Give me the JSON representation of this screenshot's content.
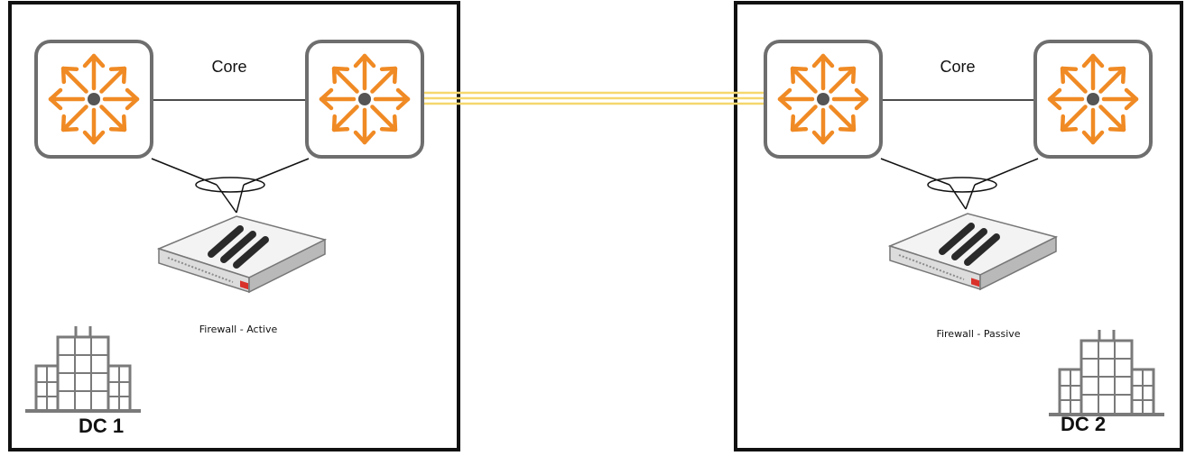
{
  "dc1": {
    "name": "DC 1",
    "core_label": "Core",
    "firewall_label": "Firewall - Active"
  },
  "dc2": {
    "name": "DC 2",
    "core_label": "Core",
    "firewall_label": "Firewall - Passive"
  },
  "colors": {
    "switch_icon": "#f08a24",
    "interlink": "#f5d76e",
    "firewall_badge": "#d9322b",
    "border": "#111111"
  },
  "icons": {
    "core_switch": "router-arrows-icon",
    "firewall": "firewall-appliance-icon",
    "datacenter": "building-icon"
  }
}
